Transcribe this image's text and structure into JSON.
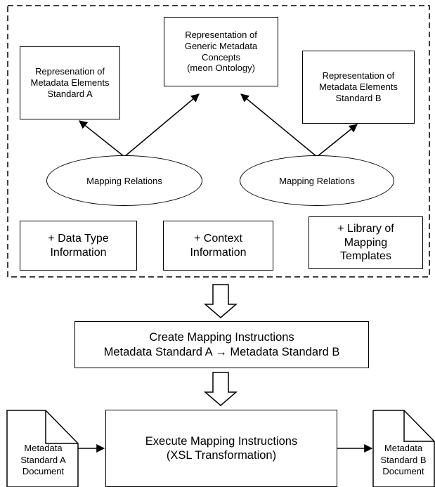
{
  "top_concept": {
    "label": "Representation of\nGeneric Metadata\nConcepts\n(meon Ontology)"
  },
  "left_standard": {
    "label": "Represenation of\nMetadata Elements\nStandard A"
  },
  "right_standard": {
    "label": "Representation of\nMetadata Elements\nStandard B"
  },
  "mapping_relations": [
    {
      "label": "Mapping Relations"
    },
    {
      "label": "Mapping Relations"
    }
  ],
  "info_boxes": [
    {
      "label": "+ Data Type\nInformation"
    },
    {
      "label": "+ Context\nInformation"
    },
    {
      "label": "+ Library of\nMapping\nTemplates"
    }
  ],
  "create_step": {
    "label": "Create Mapping Instructions\nMetadata Standard A → Metadata Standard B"
  },
  "execute_step": {
    "label": "Execute Mapping Instructions\n(XSL Transformation)"
  },
  "source_document": {
    "label": "Metadata\nStandard A\nDocument"
  },
  "target_document": {
    "label": "Metadata\nStandard B\nDocument"
  }
}
